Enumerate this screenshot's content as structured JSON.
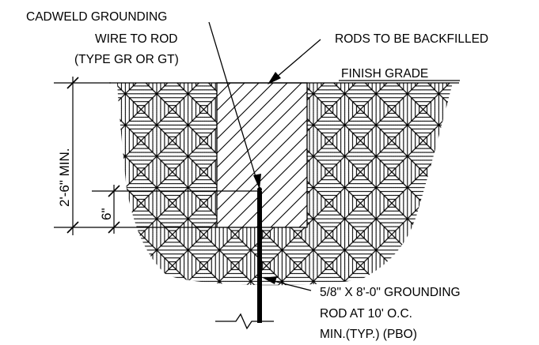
{
  "labels": {
    "cadweld_line1": "CADWELD GROUNDING",
    "cadweld_line2": "WIRE TO ROD",
    "cadweld_line3": "(TYPE GR OR GT)",
    "backfill": "RODS TO BE BACKFILLED",
    "finish_grade": "FINISH GRADE",
    "rod_line1": "5/8\" X 8'-0\" GROUNDING",
    "rod_line2": "ROD AT 10' O.C.",
    "rod_line3": "MIN.(TYP.) (PBO)"
  },
  "dimensions": {
    "depth": "2'-6\" MIN.",
    "six_inch": "6\""
  },
  "colors": {
    "ink": "#000000",
    "background": "#ffffff"
  }
}
